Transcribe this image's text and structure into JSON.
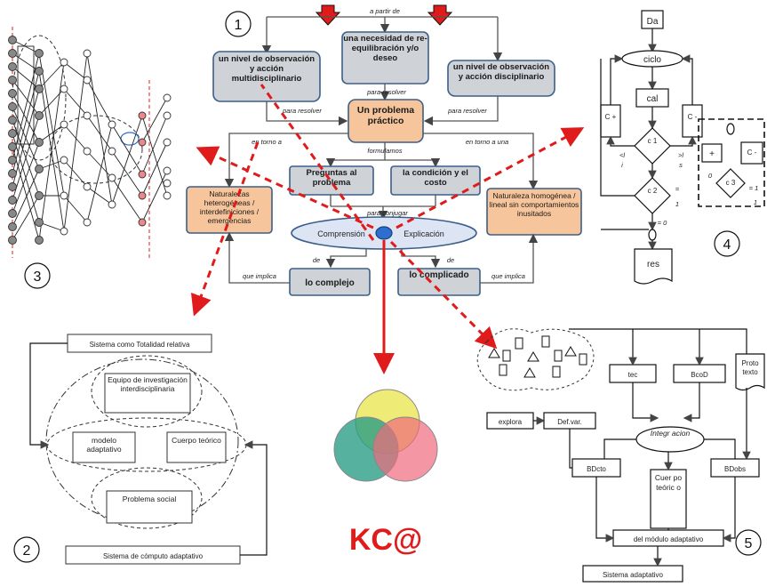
{
  "center": {
    "top_label": "a partir de",
    "need": "una necesidad de re-equilibración y/o deseo",
    "multi": "un nivel de observación y acción multidisciplinario",
    "disc": "un nivel de observación y acción disciplinario",
    "para_resolver_1": "para resolver",
    "para_resolver_2": "para resolver",
    "para_resolver_3": "para resolver",
    "problem": "Un problema práctico",
    "formulamos": "formulamos",
    "en_torno_a": "en torno a",
    "en_torno_a_una": "en torno a una",
    "preguntas": "Preguntas al problema",
    "condicion": "la condición y el costo",
    "para_conjugar": "para conjugar",
    "comprension": "Comprensión",
    "explicacion": "Explicación",
    "naturaleza_left": "Naturalezas heterogéneas / interdefiniciones / emergencias",
    "naturaleza_right": "Naturaleza homogénea / lineal sin comportamientos inusitados",
    "de_1": "de",
    "de_2": "de",
    "que_implica_1": "que implica",
    "que_implica_2": "que implica",
    "complejo": "lo complejo",
    "complicado": "lo complicado"
  },
  "numbers": [
    "1",
    "2",
    "3",
    "4",
    "5"
  ],
  "logo": "KC@",
  "panel2": {
    "top": "Sistema como Totalidad relativa",
    "equipo": "Equipo de investigación interdisciplinaria",
    "modelo": "modelo adaptativo",
    "cuerpo": "Cuerpo teórico",
    "problema": "Problema social",
    "bottom": "Sistema de cómputo adaptativo"
  },
  "panel4": {
    "da": "Da",
    "ciclo": "ciclo",
    "cal": "cal",
    "c_plus": "C +",
    "c_minus": "C -",
    "c1": "c 1",
    "c2": "c 2",
    "c3": "c 3",
    "plus": "+",
    "c_minus2": "C -",
    "res": "res",
    "lt": "<l",
    "i_lbl": "i",
    "gt": ">l",
    "s_lbl": "s",
    "eq_small": "=",
    "one": "1",
    "eq0": "= 0",
    "zero": "0",
    "eq1": "= 1",
    "one_b": "1"
  },
  "panel5": {
    "explora": "explora",
    "defvar": "Def.var.",
    "tec": "tec",
    "bcod": "BcoD",
    "proto": "Proto texto",
    "integracion": "Integr acion",
    "bdcto": "BDcto",
    "bdobs": "BDobs",
    "cuerpo": "Cuer po teóric o",
    "modulo": "del módulo adaptativo",
    "sistema": "Sistema adaptativo"
  },
  "colors": {
    "arrow_red": "#e01b1b",
    "box_gray": "#cfd3d8",
    "box_orange": "#f7c59c",
    "border_blue": "#3b5f8a",
    "logo_red": "#e01b1b"
  }
}
